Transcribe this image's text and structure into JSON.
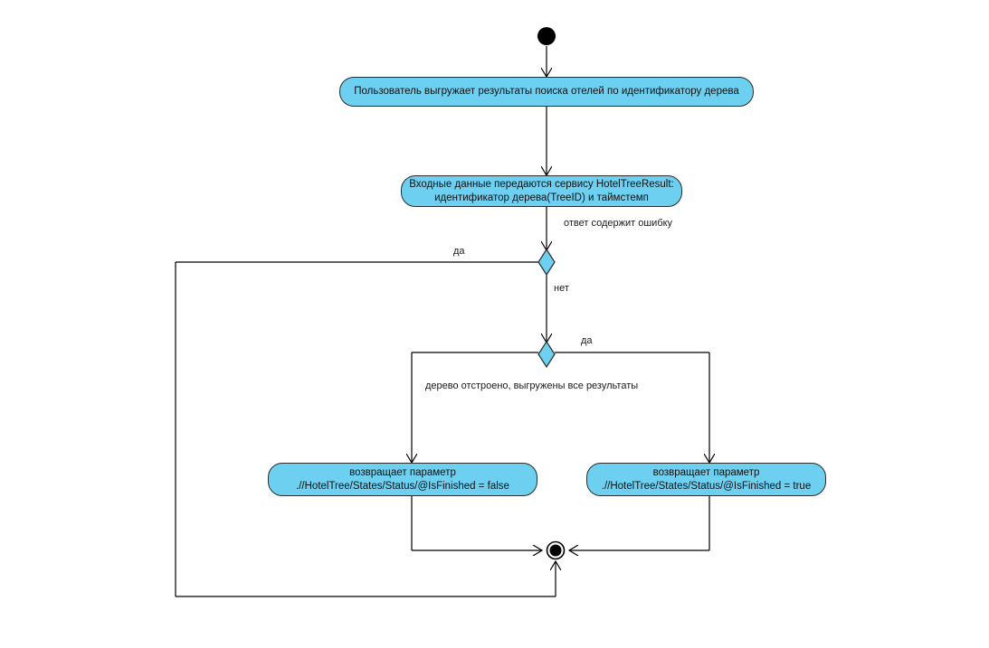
{
  "diagram": {
    "type": "uml-activity-diagram",
    "title": "",
    "colors": {
      "node_fill": "#6ed0f0",
      "node_stroke": "#2b2b2b",
      "edge_stroke": "#000000",
      "text": "#101010",
      "background": "#ffffff"
    },
    "nodes": {
      "start": {
        "name": "initial-node",
        "shape": "filled-circle"
      },
      "action_user": {
        "name": "action-user-uploads",
        "shape": "rounded-rectangle",
        "line1": "Пользователь выгружает результаты поиска отелей по идентификатору дерева",
        "line2": ""
      },
      "action_input": {
        "name": "action-input-data",
        "shape": "rounded-rectangle",
        "line1": "Входные данные передаются сервису HotelTreeResult:",
        "line2": "идентификатор дерева(TreeID) и таймстемп"
      },
      "decision_error": {
        "name": "decision-response-has-error",
        "shape": "diamond"
      },
      "decision_finished": {
        "name": "decision-tree-finished",
        "shape": "diamond"
      },
      "action_false": {
        "name": "action-returns-isfinished-false",
        "shape": "rounded-rectangle",
        "line1": "возвращает параметр",
        "line2": ".//HotelTree/States/Status/@IsFinished = false"
      },
      "action_true": {
        "name": "action-returns-isfinished-true",
        "shape": "rounded-rectangle",
        "line1": "возвращает параметр",
        "line2": ".//HotelTree/States/Status/@IsFinished = true"
      },
      "final": {
        "name": "final-node",
        "shape": "bullseye"
      }
    },
    "edge_labels": {
      "error_condition": "ответ содержит ошибку",
      "error_yes": "да",
      "error_no": "нет",
      "finished_yes": "да",
      "finished_condition": "дерево отстроено, выгружены все результаты"
    }
  }
}
